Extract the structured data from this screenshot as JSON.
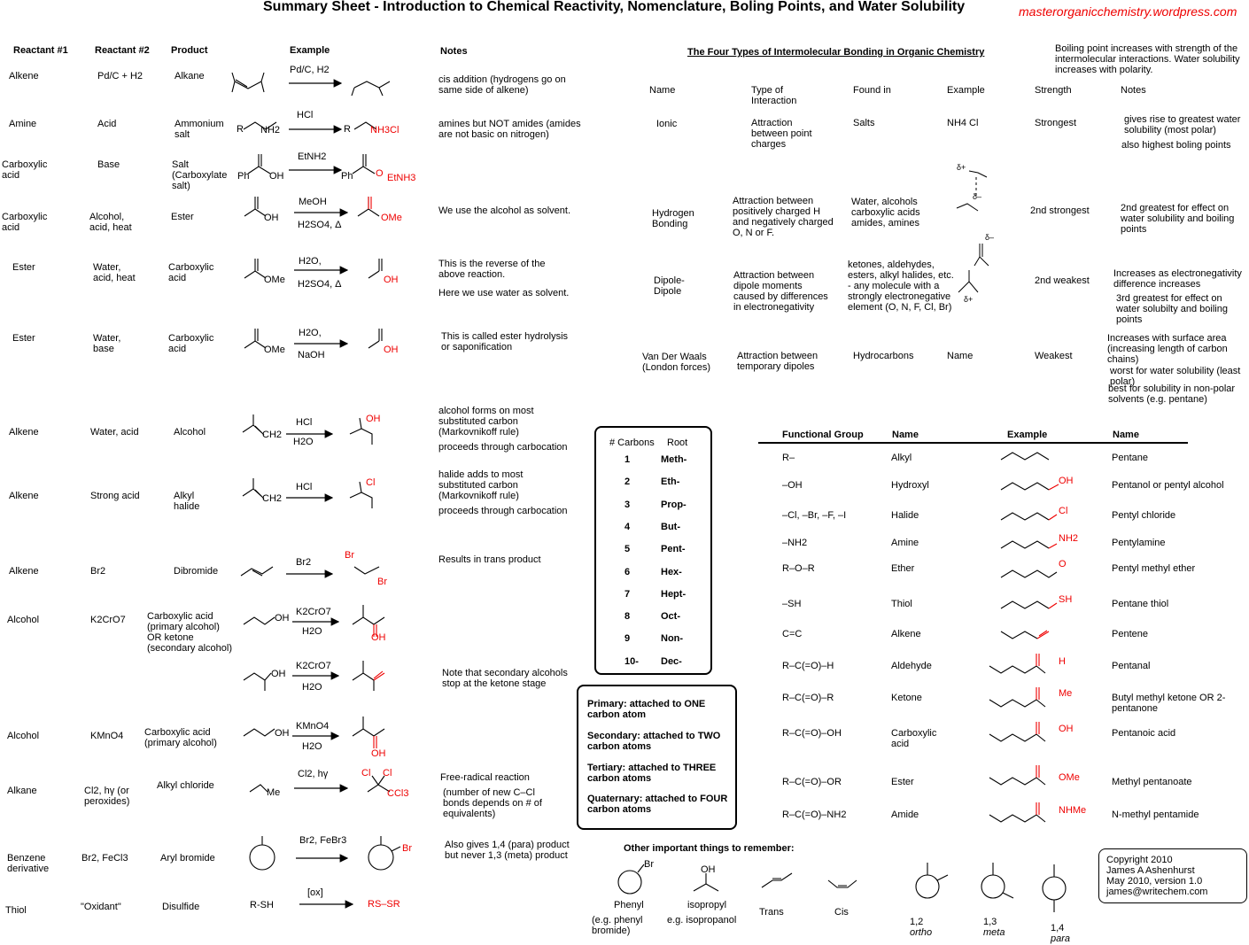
{
  "title": "Summary Sheet - Introduction to Chemical Reactivity, Nomenclature, Boling Points, and Water Solubility",
  "site": "masterorganicchemistry.wordpress.com",
  "headers": {
    "r1": "Reactant #1",
    "r2": "Reactant #2",
    "product": "Product",
    "example": "Example",
    "notes": "Notes"
  },
  "reactions": [
    {
      "r1": "Alkene",
      "r2": "Pd/C + H2",
      "product": "Alkane",
      "cond_top": "Pd/C, H2",
      "cond_bot": "",
      "notes": "cis addition (hydrogens go on same side of alkene)"
    },
    {
      "r1": "Amine",
      "r2": "Acid",
      "product": "Ammonium salt",
      "cond_top": "HCl",
      "cond_bot": "",
      "notes": "amines but NOT amides (amides are not basic on nitrogen)"
    },
    {
      "r1": "Carboxylic acid",
      "r2": "Base",
      "product": "Salt (Carboxylate salt)",
      "cond_top": "EtNH2",
      "cond_bot": "",
      "notes": ""
    },
    {
      "r1": "Carboxylic acid",
      "r2": "Alcohol, acid, heat",
      "product": "Ester",
      "cond_top": "MeOH",
      "cond_bot": "H2SO4, Δ",
      "notes": "We use the alcohol as solvent."
    },
    {
      "r1": "Ester",
      "r2": "Water, acid, heat",
      "product": "Carboxylic acid",
      "cond_top": "H2O,",
      "cond_bot": "H2SO4, Δ",
      "notes": "This is the reverse of the above reaction.",
      "notes2": "Here we use water as solvent."
    },
    {
      "r1": "Ester",
      "r2": "Water, base",
      "product": "Carboxylic acid",
      "cond_top": "H2O,",
      "cond_bot": "NaOH",
      "notes": "This is called ester hydrolysis or saponification"
    },
    {
      "r1": "Alkene",
      "r2": "Water, acid",
      "product": "Alcohol",
      "cond_top": "HCl",
      "cond_bot": "H2O",
      "notes": "alcohol forms on most substituted carbon (Markovnikoff rule)",
      "notes2": "proceeds through carbocation"
    },
    {
      "r1": "Alkene",
      "r2": "Strong acid",
      "product": "Alkyl halide",
      "cond_top": "HCl",
      "cond_bot": "",
      "notes": "halide adds to most substituted carbon (Markovnikoff rule)",
      "notes2": "proceeds through carbocation"
    },
    {
      "r1": "Alkene",
      "r2": "Br2",
      "product": "Dibromide",
      "cond_top": "Br2",
      "cond_bot": "",
      "notes": "Results in trans product"
    },
    {
      "r1": "Alcohol",
      "r2": "K2CrO7",
      "product": "Carboxylic acid (primary alcohol) OR ketone (secondary alcohol)",
      "cond_top": "K2CrO7",
      "cond_bot": "H2O",
      "notes": ""
    },
    {
      "r1": "",
      "r2": "",
      "product": "",
      "cond_top": "K2CrO7",
      "cond_bot": "H2O",
      "notes": "Note that secondary alcohols stop at the ketone stage"
    },
    {
      "r1": "Alcohol",
      "r2": "KMnO4",
      "product": "Carboxylic acid (primary alcohol)",
      "cond_top": "KMnO4",
      "cond_bot": "H2O",
      "notes": ""
    },
    {
      "r1": "Alkane",
      "r2": "Cl2, hγ (or peroxides)",
      "product": "Alkyl chloride",
      "cond_top": "Cl2, hγ",
      "cond_bot": "",
      "notes": "Free-radical reaction",
      "notes2": "(number of new C–Cl bonds depends on # of equivalents)"
    },
    {
      "r1": "Benzene derivative",
      "r2": "Br2, FeCl3",
      "product": "Aryl bromide",
      "cond_top": "Br2, FeBr3",
      "cond_bot": "",
      "notes": "Also gives 1,4 (para) product but never 1,3 (meta) product"
    },
    {
      "r1": "Thiol",
      "r2": "\"Oxidant\"",
      "product": "Disulfide",
      "cond_top": "[ox]",
      "cond_bot": "",
      "notes": ""
    }
  ],
  "example_text": {
    "amine_r": "R",
    "amine_nh2": "NH2",
    "ammonium": "NH3Cl",
    "ph": "Ph",
    "oh": "OH",
    "o_minus": "O",
    "etnh3": "EtNH3",
    "ome": "OMe",
    "r": "R",
    "me": "Me",
    "ch2": "CH2",
    "h": "H",
    "cl": "Cl",
    "br": "Br",
    "ccl3": "CCl3",
    "rsh": "R-SH",
    "rssr": "RS–SR",
    "hs": "H",
    "h2": "H2",
    "o": "O"
  },
  "imf": {
    "title": "The Four Types of Intermolecular Bonding in Organic Chemistry",
    "side_note": "Boiling point increases with strength of the intermolecular interactions. Water solubility increases with polarity.",
    "cols": {
      "name": "Name",
      "type": "Type of Interaction",
      "found": "Found in",
      "example": "Example",
      "strength": "Strength",
      "notes": "Notes"
    },
    "rows": [
      {
        "name": "Ionic",
        "type": "Attraction between point charges",
        "found": "Salts",
        "example": "NH4 Cl",
        "strength": "Strongest",
        "notes": "gives rise to greatest water solubility (most polar)",
        "notes2": "also highest boling points"
      },
      {
        "name": "Hydrogen Bonding",
        "type": "Attraction between positively charged H and negatively charged O, N or F.",
        "found": "Water, alcohols carboxylic acids amides, amines",
        "example": "",
        "strength": "2nd strongest",
        "notes": "2nd greatest for effect on water solubility and boiling points"
      },
      {
        "name": "Dipole-Dipole",
        "type": "Attraction between dipole moments caused by differences in electronegativity",
        "found": "ketones, aldehydes, esters, alkyl halides, etc. - any molecule with a strongly electronegative element (O, N, F, Cl, Br)",
        "example": "",
        "strength": "2nd weakest",
        "notes": "Increases as electronegativity difference increases",
        "notes2": "3rd greatest for effect on water solubilty and boiling points"
      },
      {
        "name": "Van Der Waals (London forces)",
        "type": "Attraction between temporary dipoles",
        "found": "Hydrocarbons",
        "example": "Name",
        "strength": "Weakest",
        "notes": "Increases with surface area (increasing length of carbon chains)",
        "notes2": "worst for water solubility (least polar)",
        "notes3": "best for solubility in non-polar solvents (e.g. pentane)"
      }
    ],
    "delta_plus": "δ+",
    "delta_minus": "δ–"
  },
  "carbons": {
    "hdr_n": "# Carbons",
    "hdr_root": "Root",
    "rows": [
      [
        "1",
        "Meth-"
      ],
      [
        "2",
        "Eth-"
      ],
      [
        "3",
        "Prop-"
      ],
      [
        "4",
        "But-"
      ],
      [
        "5",
        "Pent-"
      ],
      [
        "6",
        "Hex-"
      ],
      [
        "7",
        "Hept-"
      ],
      [
        "8",
        "Oct-"
      ],
      [
        "9",
        "Non-"
      ],
      [
        "10-",
        "Dec-"
      ]
    ]
  },
  "degrees": [
    "Primary: attached to ONE carbon atom",
    "Secondary: attached to TWO carbon atoms",
    "Tertiary: attached to THREE carbon atoms",
    "Quaternary: attached to FOUR carbon atoms"
  ],
  "fg": {
    "cols": {
      "group": "Functional Group",
      "name": "Name",
      "example": "Example",
      "ex_name": "Name"
    },
    "rows": [
      {
        "group": "R–",
        "name": "Alkyl",
        "label": "",
        "ex_name": "Pentane"
      },
      {
        "group": "–OH",
        "name": "Hydroxyl",
        "label": "OH",
        "ex_name": "Pentanol or pentyl alcohol"
      },
      {
        "group": "–Cl, –Br, –F, –I",
        "name": "Halide",
        "label": "Cl",
        "ex_name": "Pentyl chloride"
      },
      {
        "group": "–NH2",
        "name": "Amine",
        "label": "NH2",
        "ex_name": "Pentylamine"
      },
      {
        "group": "R–O–R",
        "name": "Ether",
        "label": "O",
        "ex_name": "Pentyl methyl ether"
      },
      {
        "group": "–SH",
        "name": "Thiol",
        "label": "SH",
        "ex_name": "Pentane thiol"
      },
      {
        "group": "C=C",
        "name": "Alkene",
        "label": "",
        "ex_name": "Pentene"
      },
      {
        "group": "R–C(=O)–H",
        "name": "Aldehyde",
        "label": "H",
        "ex_name": "Pentanal"
      },
      {
        "group": "R–C(=O)–R",
        "name": "Ketone",
        "label": "Me",
        "ex_name": "Butyl methyl ketone OR 2-pentanone"
      },
      {
        "group": "R–C(=O)–OH",
        "name": "Carboxylic acid",
        "label": "OH",
        "ex_name": "Pentanoic acid"
      },
      {
        "group": "R–C(=O)–OR",
        "name": "Ester",
        "label": "OMe",
        "ex_name": "Methyl pentanoate"
      },
      {
        "group": "R–C(=O)–NH2",
        "name": "Amide",
        "label": "NHMe",
        "ex_name": "N-methyl pentamide"
      }
    ]
  },
  "other": {
    "title": "Other important things to remember:",
    "phenyl": "Phenyl",
    "phenyl_eg": "(e.g. phenyl bromide)",
    "isopropyl": "isopropyl",
    "isopropyl_eg": "e.g. isopropanol",
    "trans": "Trans",
    "cis": "Cis",
    "ortho_n": "1,2",
    "ortho": "ortho",
    "meta_n": "1,3",
    "meta": "meta",
    "para_n": "1,4",
    "para": "para"
  },
  "copyright": [
    "Copyright 2010",
    "James A Ashenhurst",
    "May 2010, version 1.0",
    "james@writechem.com"
  ]
}
